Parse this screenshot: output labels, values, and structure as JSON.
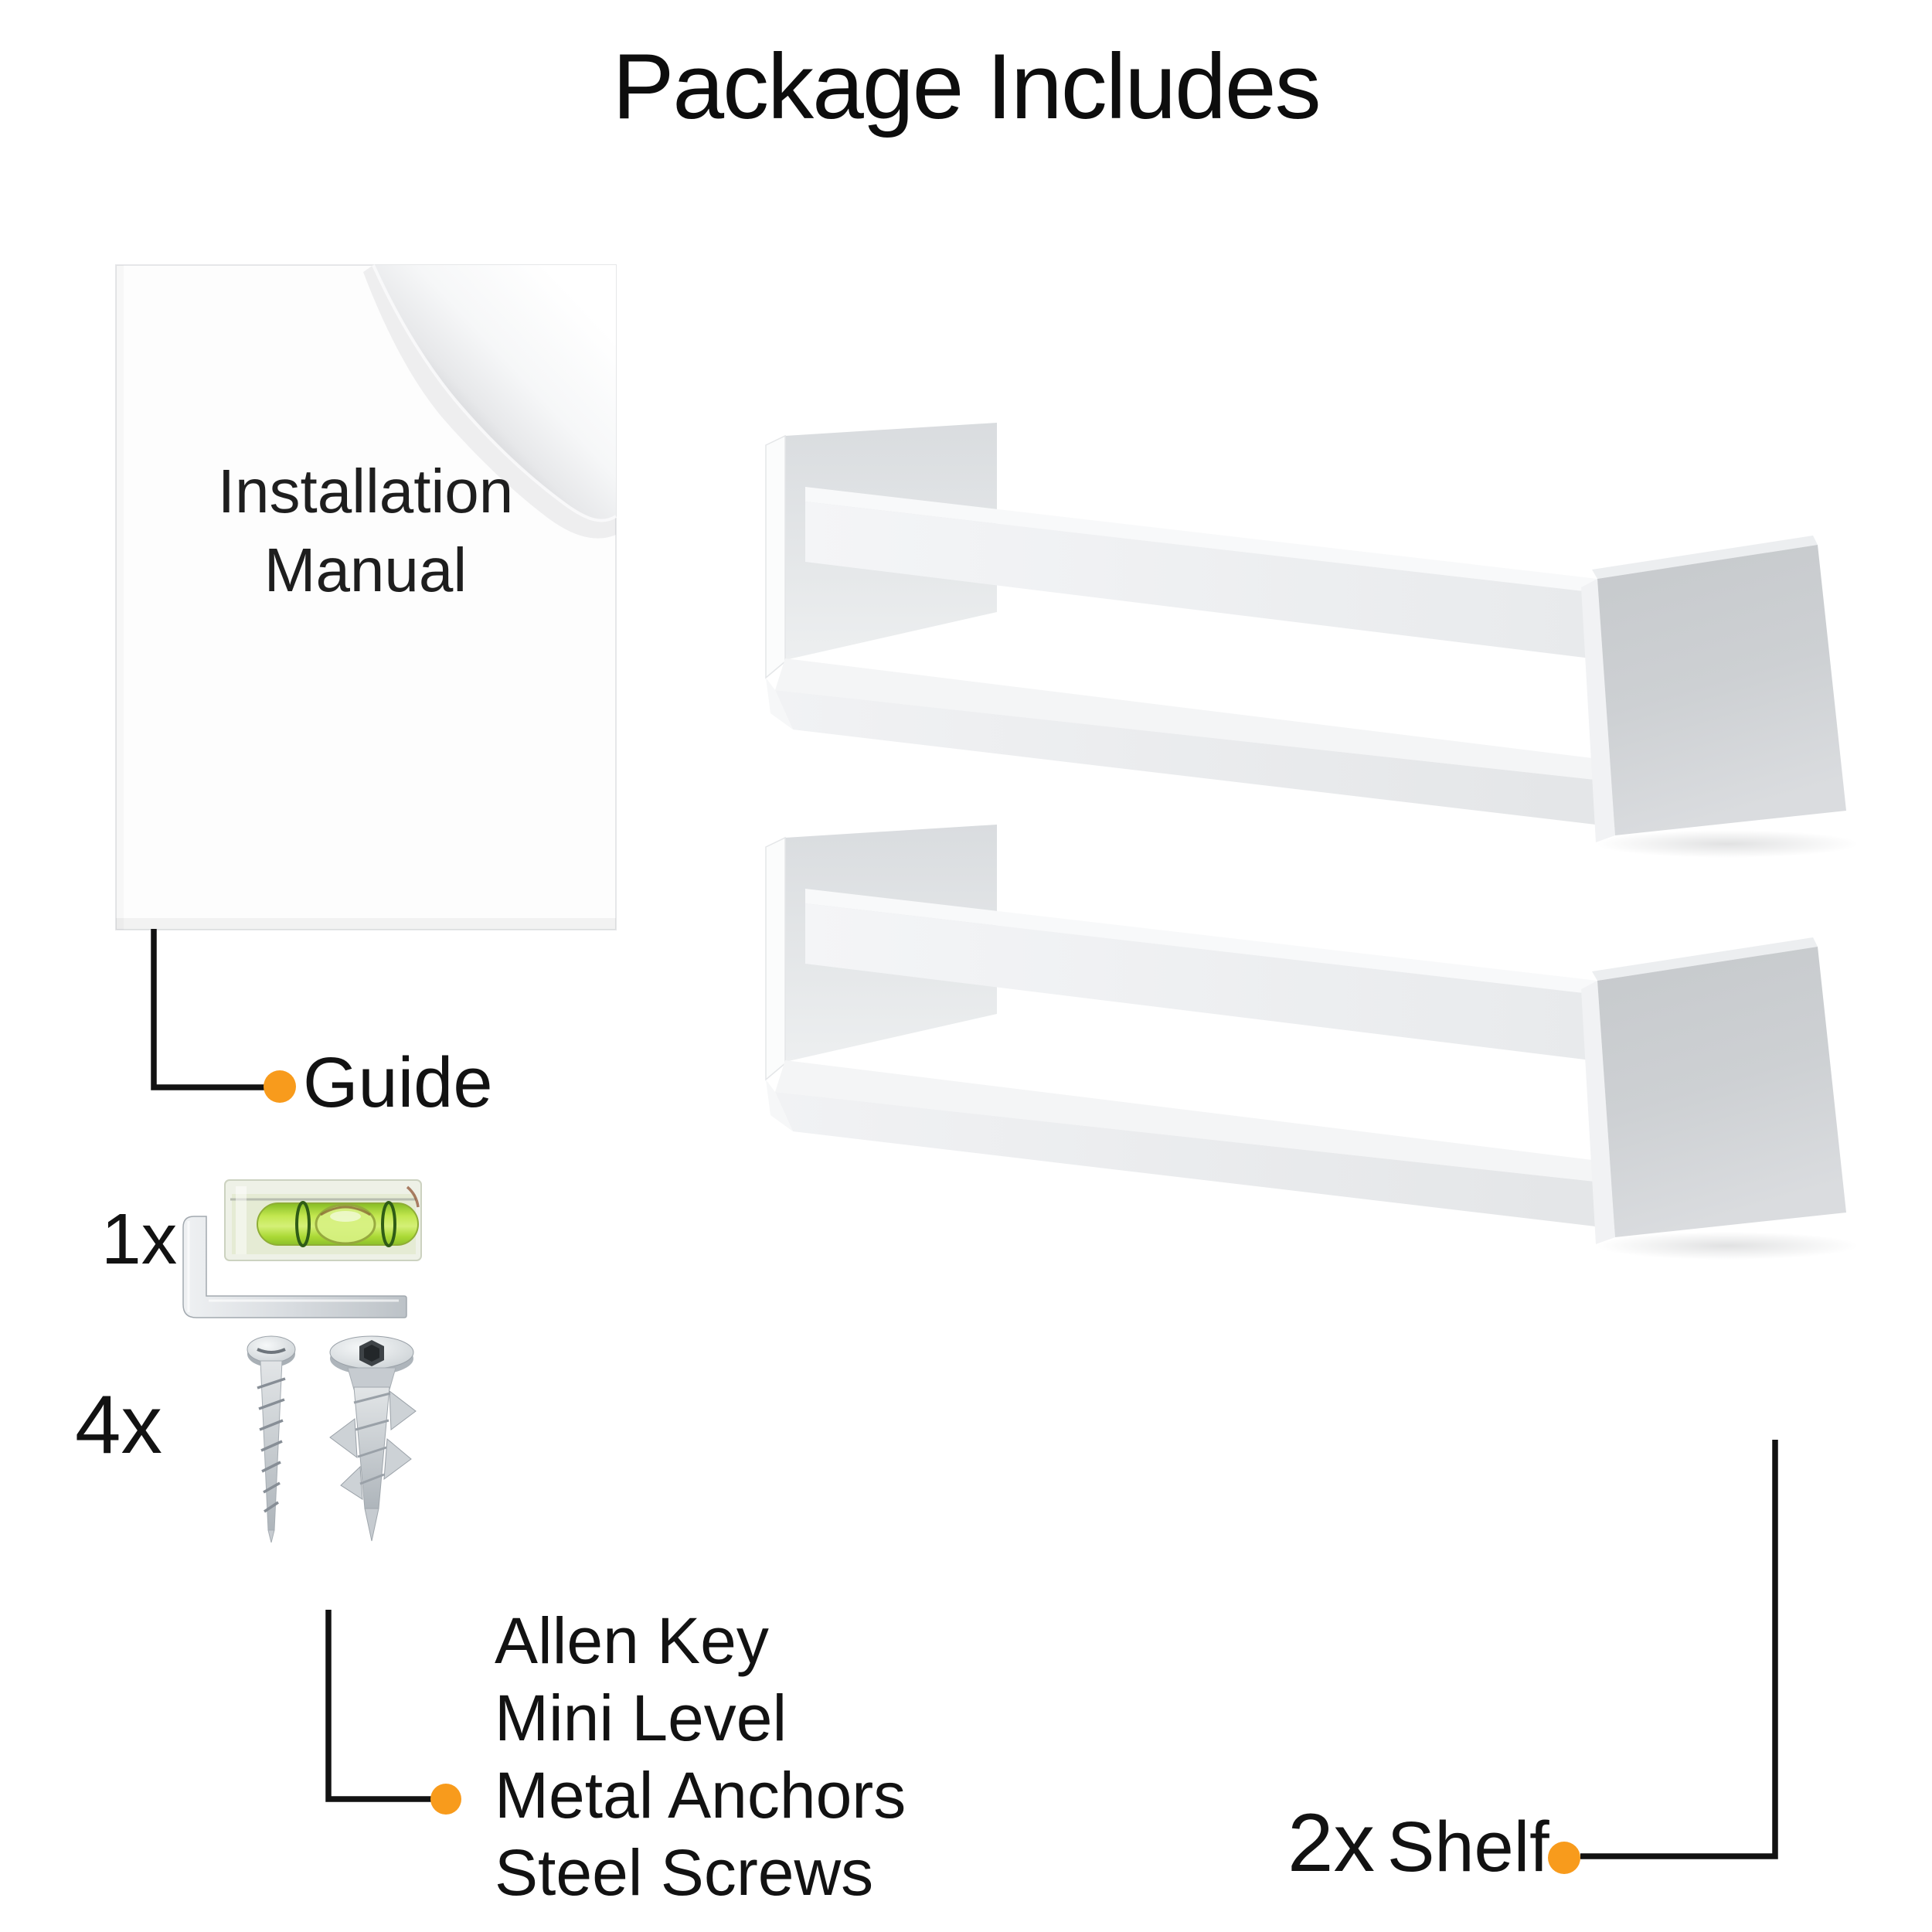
{
  "title": "Package Includes",
  "manual": {
    "title_line1": "Installation",
    "title_line2": "Manual",
    "label": "Guide"
  },
  "hardware": {
    "level_kit_count": "1x",
    "screw_kit_count": "4x",
    "items": [
      "Allen Key",
      "Mini Level",
      "Metal Anchors",
      "Steel Screws"
    ]
  },
  "shelf": {
    "count": "2x",
    "label": "Shelf"
  },
  "colors": {
    "accent_orange": "#F89B1C",
    "connector_black": "#121212",
    "shelf_panel_gray": "#C9CCCE",
    "level_green": "#BFE44C",
    "metal_silver": "#C6CBD0"
  },
  "graphics": [
    "installation-manual-paper",
    "page-curl",
    "wall-shelf",
    "allen-key",
    "mini-level",
    "steel-screw",
    "metal-anchor",
    "connector-line",
    "connector-dot"
  ]
}
